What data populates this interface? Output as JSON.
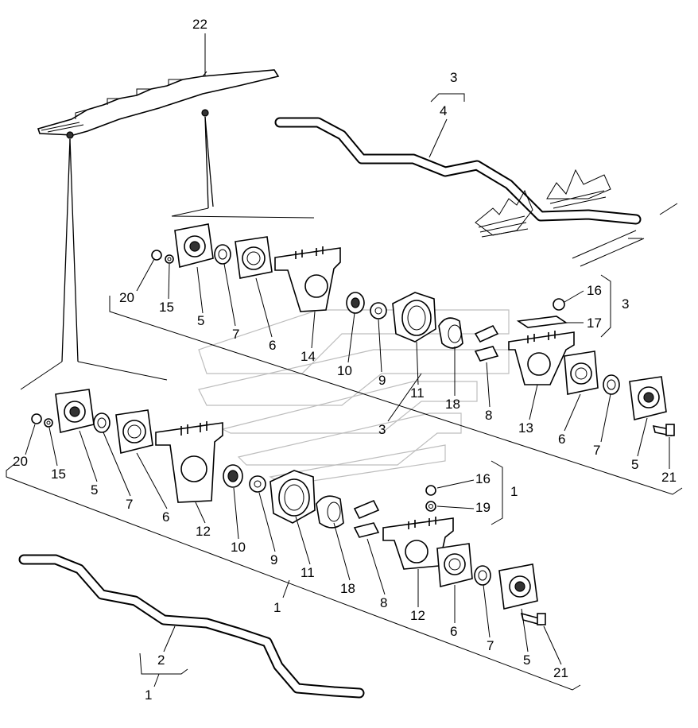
{
  "diagram": {
    "labels": {
      "l22": "22",
      "l3_top": "3",
      "l4": "4",
      "l20_a": "20",
      "l15_a": "15",
      "l5_a": "5",
      "l7_a": "7",
      "l6_a": "6",
      "l14": "14",
      "l10_a": "10",
      "l9_a": "9",
      "l11_a": "11",
      "l18_a": "18",
      "l8_a": "8",
      "l16_a": "16",
      "l17": "17",
      "l3_bracket": "3",
      "l13": "13",
      "l6_b": "6",
      "l7_b": "7",
      "l5_b": "5",
      "l21_a": "21",
      "l3_mid": "3",
      "l20_b": "20",
      "l15_b": "15",
      "l5_c": "5",
      "l7_c": "7",
      "l6_c": "6",
      "l12_a": "12",
      "l10_b": "10",
      "l9_b": "9",
      "l11_b": "11",
      "l18_b": "18",
      "l8_b": "8",
      "l16_b": "16",
      "l19": "19",
      "l1_bracket": "1",
      "l12_b": "12",
      "l6_d": "6",
      "l7_d": "7",
      "l5_d": "5",
      "l21_b": "21",
      "l1_mid": "1",
      "l2": "2",
      "l1_bottom": "1"
    }
  }
}
